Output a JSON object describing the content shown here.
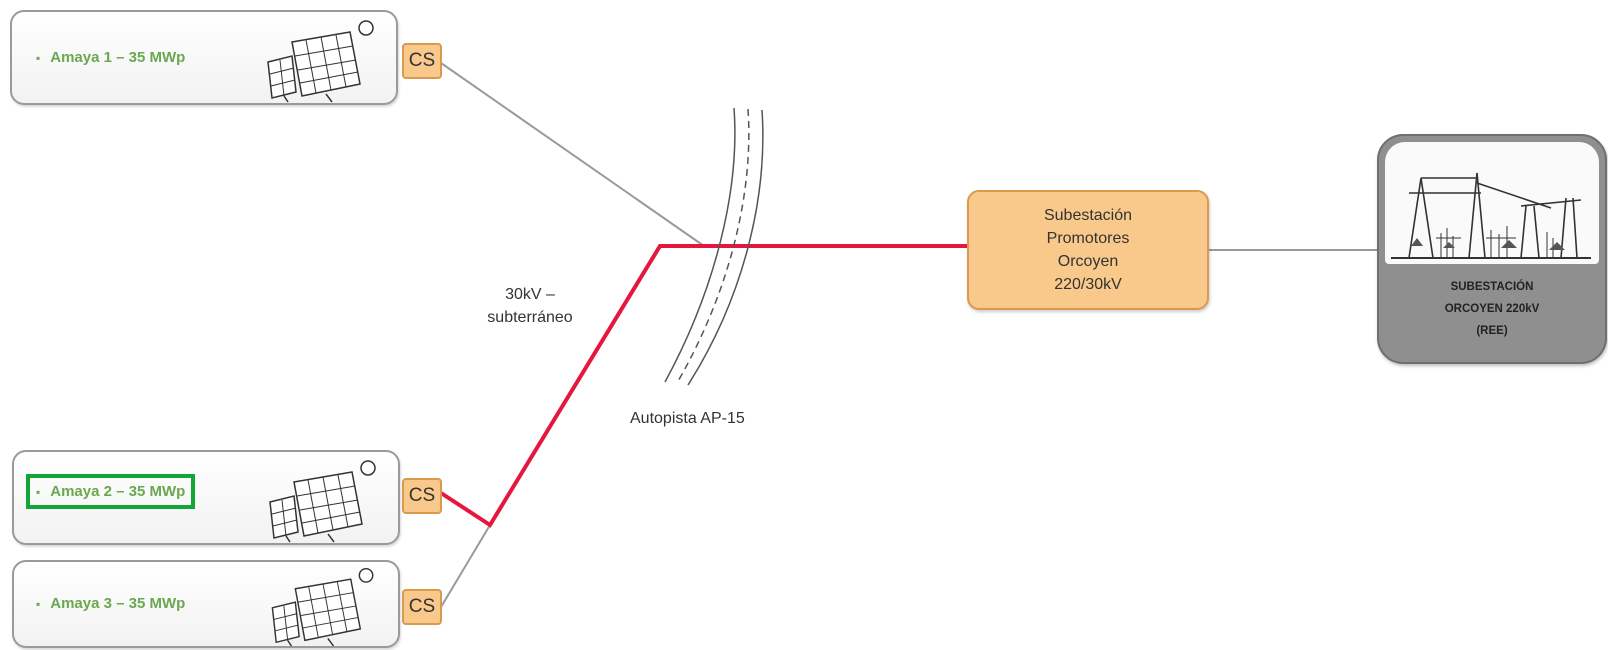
{
  "plants": [
    {
      "name": "Amaya 1 – 35 MWp",
      "station": "CS",
      "highlighted": false
    },
    {
      "name": "Amaya 2 – 35 MWp",
      "station": "CS",
      "highlighted": true
    },
    {
      "name": "Amaya 3 – 35 MWp",
      "station": "CS",
      "highlighted": false
    }
  ],
  "cable": {
    "line1": "30kV –",
    "line2": "subterráneo"
  },
  "highway": {
    "label": "Autopista AP-15"
  },
  "substation_local": {
    "line1": "Subestación",
    "line2": "Promotores",
    "line3": "Orcoyen",
    "line4": "220/30kV"
  },
  "substation_ree": {
    "line1": "SUBESTACIÓN",
    "line2": "ORCOYEN 220kV",
    "line3": "(REE)"
  },
  "colors": {
    "plant_label": "#6aa84f",
    "highlight": "#13a538",
    "station_fill": "#f9c98c",
    "underground_line": "#e5173f",
    "connection_line": "#9a9a9a",
    "ree_box": "#8f8f8f"
  }
}
